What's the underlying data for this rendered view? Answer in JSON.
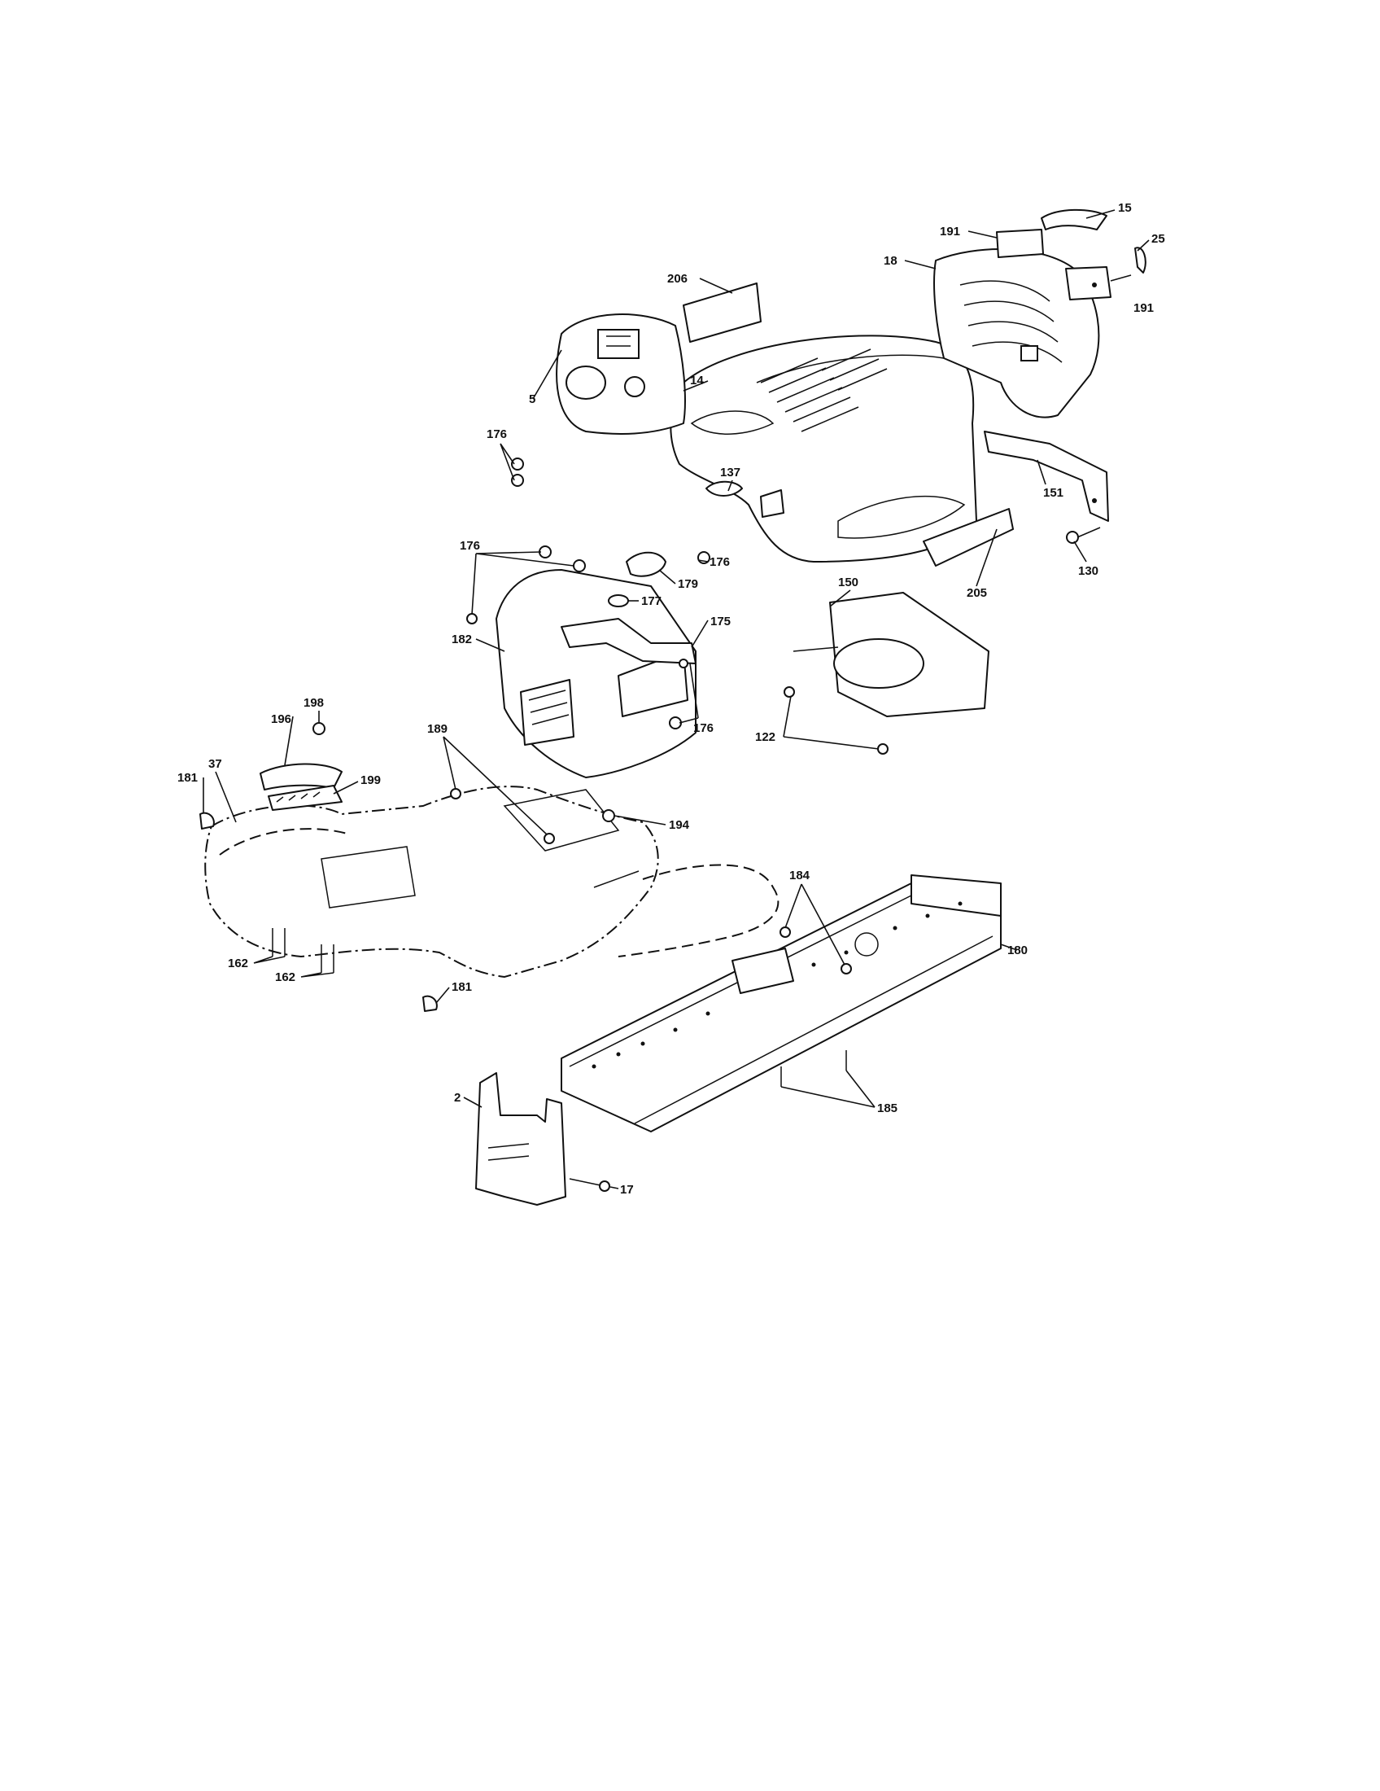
{
  "diagram": {
    "kind": "exploded parts diagram",
    "callouts": [
      {
        "id": "c15",
        "label": "15"
      },
      {
        "id": "c25",
        "label": "25"
      },
      {
        "id": "c191a",
        "label": "191"
      },
      {
        "id": "c191b",
        "label": "191"
      },
      {
        "id": "c18",
        "label": "18"
      },
      {
        "id": "c206",
        "label": "206"
      },
      {
        "id": "c14",
        "label": "14"
      },
      {
        "id": "c5",
        "label": "5"
      },
      {
        "id": "c176a",
        "label": "176"
      },
      {
        "id": "c137",
        "label": "137"
      },
      {
        "id": "c151",
        "label": "151"
      },
      {
        "id": "c130",
        "label": "130"
      },
      {
        "id": "c176b",
        "label": "176"
      },
      {
        "id": "c176c",
        "label": "176"
      },
      {
        "id": "c179",
        "label": "179"
      },
      {
        "id": "c205",
        "label": "205"
      },
      {
        "id": "c150",
        "label": "150"
      },
      {
        "id": "c177",
        "label": "177"
      },
      {
        "id": "c175",
        "label": "175"
      },
      {
        "id": "c182",
        "label": "182"
      },
      {
        "id": "c198",
        "label": "198"
      },
      {
        "id": "c196",
        "label": "196"
      },
      {
        "id": "c176d",
        "label": "176"
      },
      {
        "id": "c122",
        "label": "122"
      },
      {
        "id": "c189",
        "label": "189"
      },
      {
        "id": "c37",
        "label": "37"
      },
      {
        "id": "c181a",
        "label": "181"
      },
      {
        "id": "c199",
        "label": "199"
      },
      {
        "id": "c194",
        "label": "194"
      },
      {
        "id": "c184",
        "label": "184"
      },
      {
        "id": "c180",
        "label": "180"
      },
      {
        "id": "c162a",
        "label": "162"
      },
      {
        "id": "c162b",
        "label": "162"
      },
      {
        "id": "c181b",
        "label": "181"
      },
      {
        "id": "c185",
        "label": "185"
      },
      {
        "id": "c2",
        "label": "2"
      },
      {
        "id": "c17",
        "label": "17"
      }
    ]
  }
}
